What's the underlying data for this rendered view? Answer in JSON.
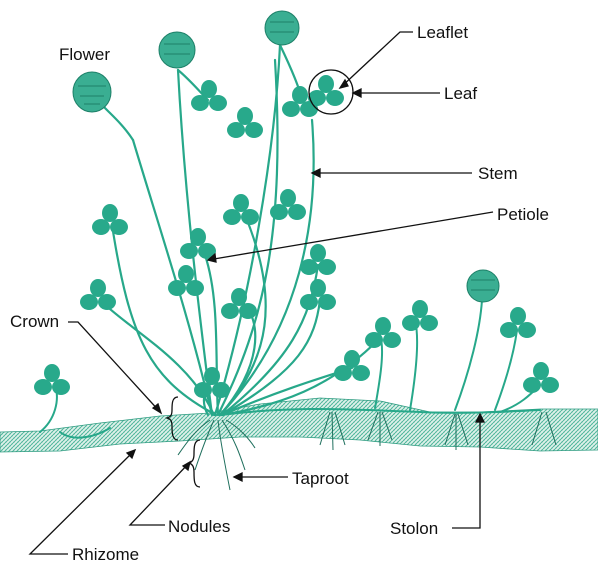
{
  "labels": {
    "flower": "Flower",
    "leaflet": "Leaflet",
    "leaf": "Leaf",
    "stem": "Stem",
    "petiole": "Petiole",
    "crown": "Crown",
    "taproot": "Taproot",
    "nodules": "Nodules",
    "stolon": "Stolon",
    "rhizome": "Rhizome"
  },
  "colors": {
    "plant": "#28a98b",
    "soil": "#5fbfa7",
    "text": "#111111"
  }
}
